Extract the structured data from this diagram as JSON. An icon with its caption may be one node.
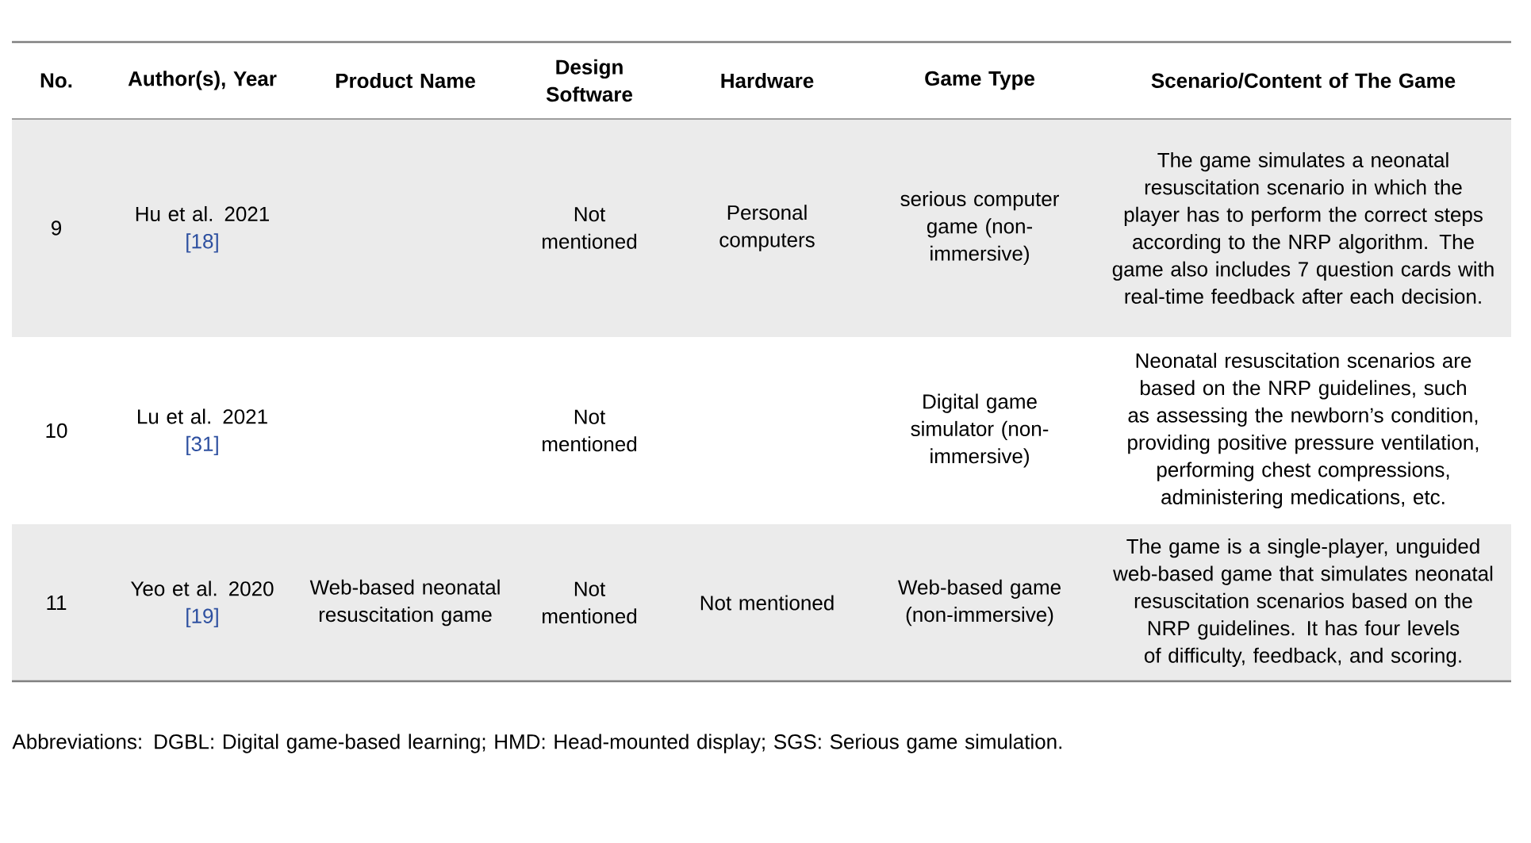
{
  "diagram": {
    "caption": "Abbreviations: DGBL: Digital game-based learning; HMD: Head-mounted display; SGS: Serious game simulation.",
    "labels": [
      "No.",
      "Author(s), Year",
      "Product Name",
      "Design Software",
      "Hardware",
      "Game Type",
      "Scenario/Content of The Game",
      "9",
      "Hu et al. 2021",
      "[18]",
      "Not mentioned",
      "Personal computers",
      "serious computer game (non-immersive)",
      "The game simulates a neonatal resuscitation scenario in which the player has to perform the correct steps according to the NRP algorithm. The game also includes 7 question cards with real-time feedback after each decision.",
      "10",
      "Lu et al. 2021",
      "[31]",
      "Not mentioned",
      "Digital game simulator (non-immersive)",
      "Neonatal resuscitation scenarios are based on the NRP guidelines, such as assessing the newborn’s condition, providing positive pressure ventilation, performing chest compressions, administering medications, etc.",
      "11",
      "Yeo et al. 2020",
      "[19]",
      "Web-based neonatal resuscitation game",
      "Not mentioned",
      "Not mentioned",
      "Web-based game (non-immersive)",
      "The game is a single-player, unguided web-based game that simulates neonatal resuscitation scenarios based on the NRP guidelines. It has four levels of difficulty, feedback, and scoring."
    ]
  }
}
